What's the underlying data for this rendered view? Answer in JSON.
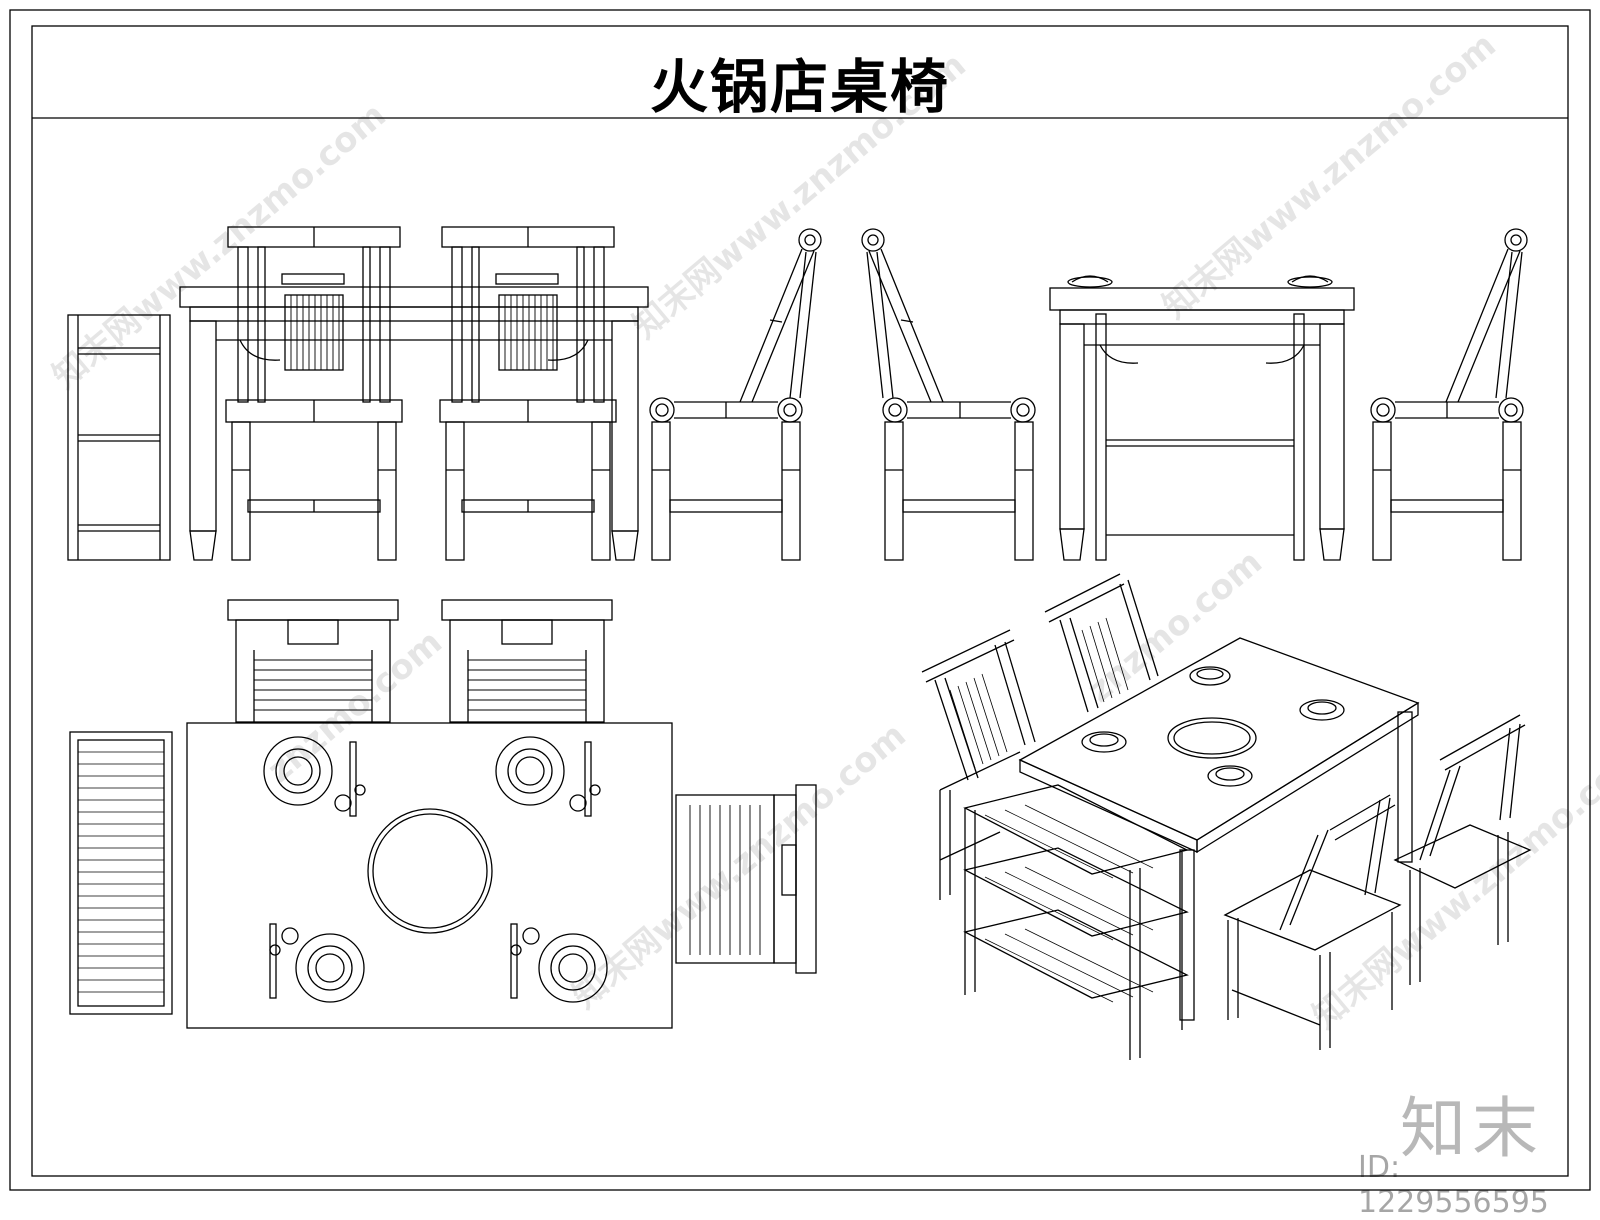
{
  "title": "火锅店桌椅",
  "watermark": {
    "text": "znzmo.com",
    "text_cn": "知末网www.znzmo.com"
  },
  "logo": "知末",
  "id_label": "ID: 1229556595",
  "colors": {
    "line": "#000000",
    "background": "#ffffff"
  }
}
